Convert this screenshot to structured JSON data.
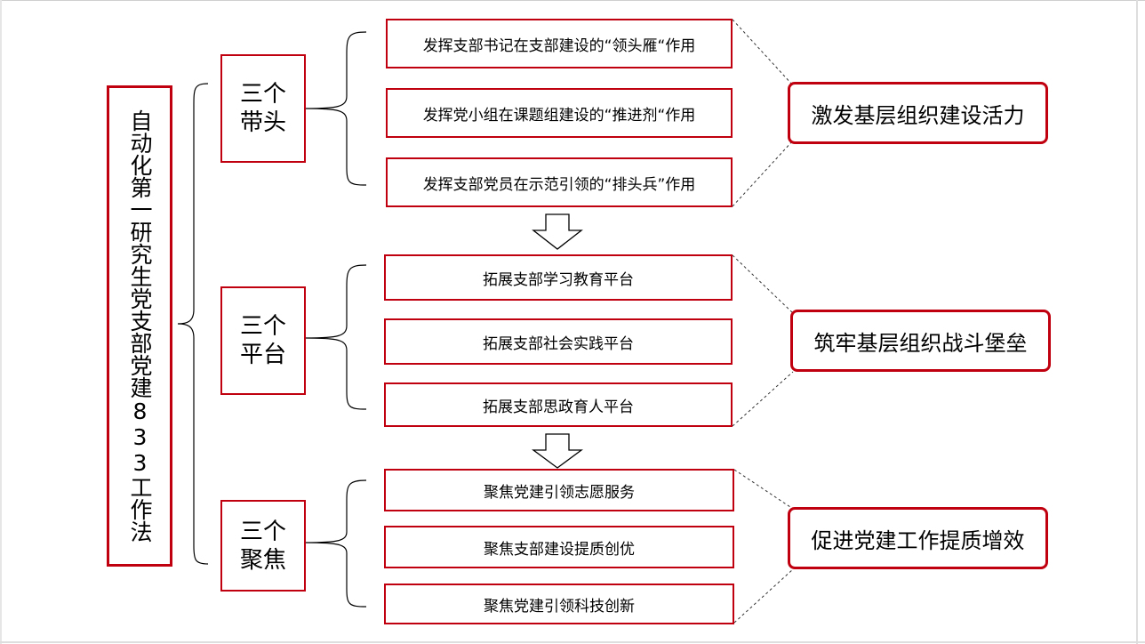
{
  "root": {
    "label": "自动化第一研究生党支部党建833工作法"
  },
  "groups": [
    {
      "label": "三个带头",
      "items": [
        "发挥支部书记在支部建设的“领头雁“作用",
        "发挥党小组在课题组建设的“推进剂“作用",
        "发挥支部党员在示范引领的“排头兵”作用"
      ],
      "result": "激发基层组织建设活力"
    },
    {
      "label": "三个平台",
      "items": [
        "拓展支部学习教育平台",
        "拓展支部社会实践平台",
        "拓展支部思政育人平台"
      ],
      "result": "筑牢基层组织战斗堡垒"
    },
    {
      "label": "三个聚焦",
      "items": [
        "聚焦党建引领志愿服务",
        "聚焦支部建设提质创优",
        "聚焦党建引领科技创新"
      ],
      "result": "促进党建工作提质增效"
    }
  ],
  "colors": {
    "accent": "#c0000f",
    "line": "#000000"
  }
}
